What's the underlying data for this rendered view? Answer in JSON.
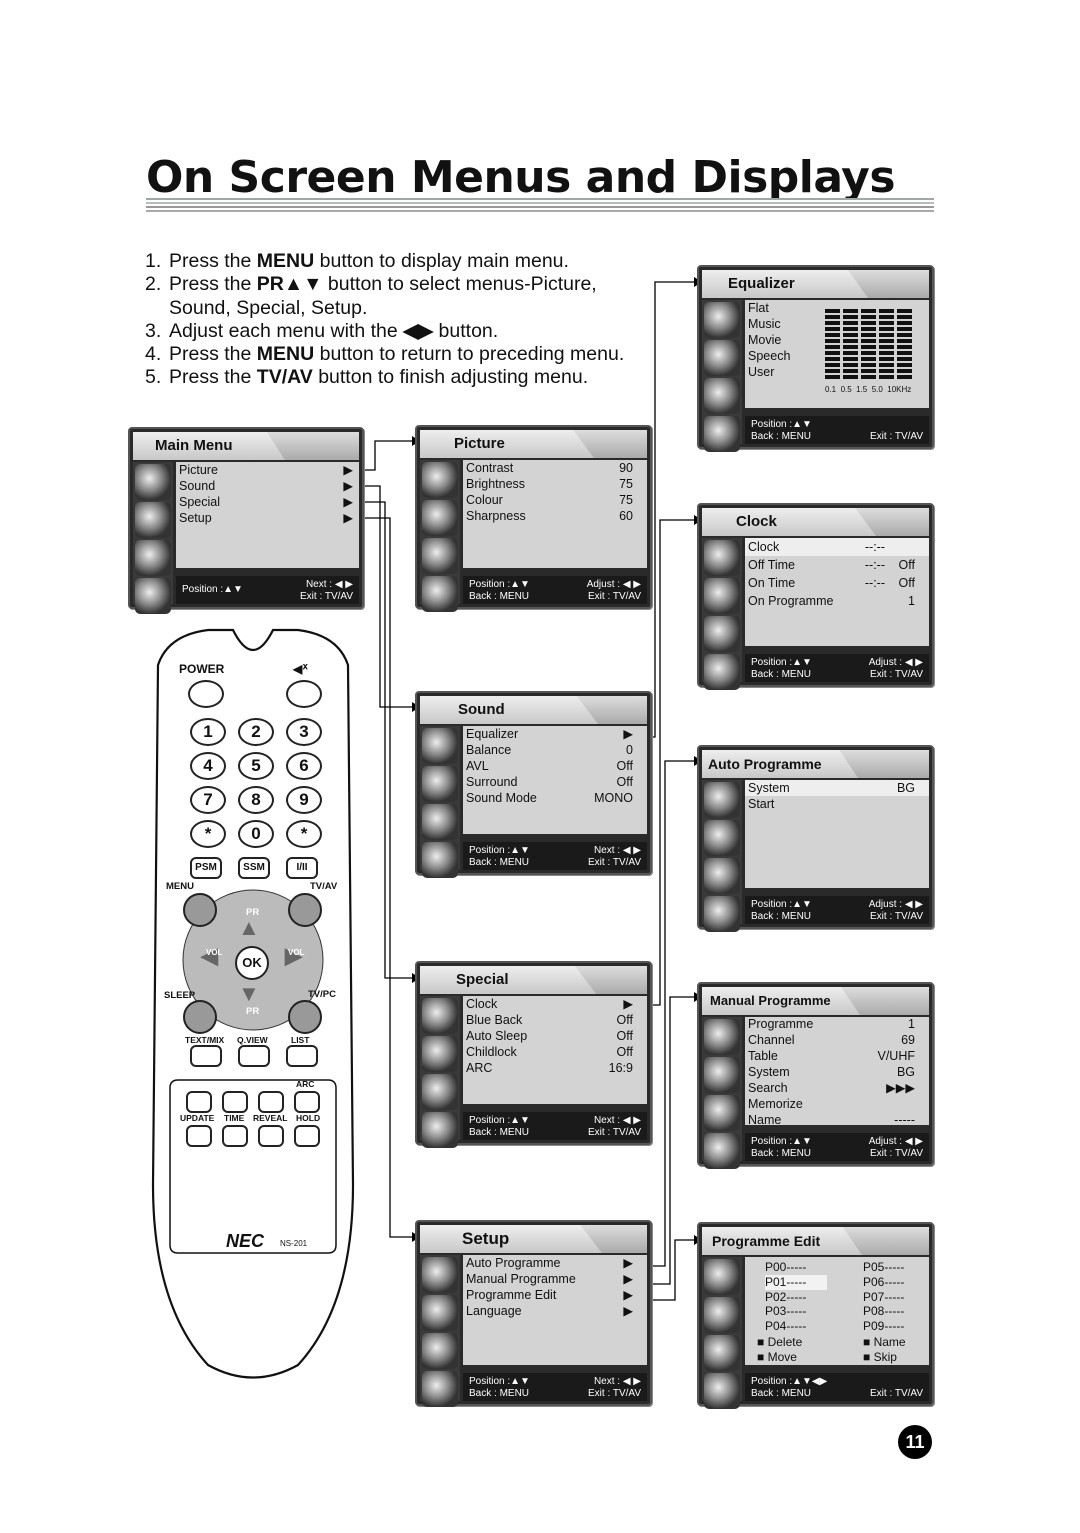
{
  "page": {
    "title": "On Screen Menus and Displays",
    "page_number": "11"
  },
  "steps": [
    {
      "n": "1.",
      "pre": "Press the ",
      "kw": "MENU",
      "post": " button to display main menu."
    },
    {
      "n": "2.",
      "pre": "Press the ",
      "kw": "PR▲▼",
      "post": " button to select menus-Picture, Sound, Special, Setup."
    },
    {
      "n": "3.",
      "pre": "Adjust each menu with the ",
      "kw": "◀▶",
      "post": " button."
    },
    {
      "n": "4.",
      "pre": "Press the ",
      "kw": "MENU",
      "post": " button to return to preceding menu."
    },
    {
      "n": "5.",
      "pre": "Press the ",
      "kw": "TV/AV",
      "post": " button to finish adjusting menu."
    }
  ],
  "menus": {
    "main": {
      "title": "Main Menu",
      "items": [
        "Picture",
        "Sound",
        "Special",
        "Setup"
      ],
      "foot_l": "Position :▲▼",
      "foot_r1": "Next : ◀ ▶",
      "foot_r2": "Exit : TV/AV"
    },
    "picture": {
      "title": "Picture",
      "items": [
        [
          "Contrast",
          "90"
        ],
        [
          "Brightness",
          "75"
        ],
        [
          "Colour",
          "75"
        ],
        [
          "Sharpness",
          "60"
        ]
      ],
      "foot_l1": "Position :▲▼",
      "foot_l2": "Back : MENU",
      "foot_r1": "Adjust : ◀ ▶",
      "foot_r2": "Exit : TV/AV"
    },
    "sound": {
      "title": "Sound",
      "items": [
        [
          "Equalizer",
          "▶"
        ],
        [
          "Balance",
          "0"
        ],
        [
          "AVL",
          "Off"
        ],
        [
          "Surround",
          "Off"
        ],
        [
          "Sound Mode",
          "MONO"
        ]
      ],
      "foot_l1": "Position :▲▼",
      "foot_l2": "Back : MENU",
      "foot_r1": "Next : ◀ ▶",
      "foot_r2": "Exit : TV/AV"
    },
    "special": {
      "title": "Special",
      "items": [
        [
          "Clock",
          "▶"
        ],
        [
          "Blue Back",
          "Off"
        ],
        [
          "Auto Sleep",
          "Off"
        ],
        [
          "Childlock",
          "Off"
        ],
        [
          "ARC",
          "16:9"
        ]
      ],
      "foot_l1": "Position :▲▼",
      "foot_l2": "Back : MENU",
      "foot_r1": "Next : ◀ ▶",
      "foot_r2": "Exit : TV/AV"
    },
    "setup": {
      "title": "Setup",
      "items": [
        [
          "Auto Programme",
          "▶"
        ],
        [
          "Manual Programme",
          "▶"
        ],
        [
          "Programme Edit",
          "▶"
        ],
        [
          "Language",
          "▶"
        ]
      ],
      "foot_l1": "Position :▲▼",
      "foot_l2": "Back : MENU",
      "foot_r1": "Next : ◀ ▶",
      "foot_r2": "Exit : TV/AV"
    },
    "equalizer": {
      "title": "Equalizer",
      "items": [
        "Flat",
        "Music",
        "Movie",
        "Speech",
        "User"
      ],
      "freqs": "0.1  0.5  1.5  5.0  10KHz",
      "foot_l1": "Position :▲▼",
      "foot_l2": "Back : MENU",
      "foot_r2": "Exit : TV/AV"
    },
    "clock": {
      "title": "Clock",
      "items": [
        [
          "Clock",
          "--:--",
          ""
        ],
        [
          "Off Time",
          "--:--",
          "Off"
        ],
        [
          "On Time",
          "--:--",
          "Off"
        ],
        [
          "On Programme",
          "",
          "1"
        ]
      ],
      "foot_l1": "Position :▲▼",
      "foot_l2": "Back : MENU",
      "foot_r1": "Adjust : ◀ ▶",
      "foot_r2": "Exit : TV/AV"
    },
    "auto": {
      "title": "Auto Programme",
      "items": [
        [
          "System",
          "BG"
        ],
        [
          "Start",
          ""
        ]
      ],
      "foot_l1": "Position :▲▼",
      "foot_l2": "Back : MENU",
      "foot_r1": "Adjust : ◀ ▶",
      "foot_r2": "Exit : TV/AV"
    },
    "manual": {
      "title": "Manual Programme",
      "items": [
        [
          "Programme",
          "1"
        ],
        [
          "Channel",
          "69"
        ],
        [
          "Table",
          "V/UHF"
        ],
        [
          "System",
          "BG"
        ],
        [
          "Search",
          "▶▶▶"
        ],
        [
          "Memorize",
          ""
        ],
        [
          "Name",
          "-----"
        ]
      ],
      "foot_l1": "Position :▲▼",
      "foot_l2": "Back : MENU",
      "foot_r1": "Adjust : ◀ ▶",
      "foot_r2": "Exit : TV/AV"
    },
    "edit": {
      "title": "Programme Edit",
      "left": [
        "P00-----",
        "P01-----",
        "P02-----",
        "P03-----",
        "P04-----"
      ],
      "right": [
        "P05-----",
        "P06-----",
        "P07-----",
        "P08-----",
        "P09-----"
      ],
      "act_l": [
        "■ Delete",
        "■ Move"
      ],
      "act_r": [
        "■ Name",
        "■ Skip"
      ],
      "foot_l1": "Position :▲▼◀▶",
      "foot_l2": "Back : MENU",
      "foot_r2": "Exit : TV/AV"
    }
  },
  "remote": {
    "power": "POWER",
    "digits": [
      "1",
      "2",
      "3",
      "4",
      "5",
      "6",
      "7",
      "8",
      "9",
      "*",
      "0",
      "*"
    ],
    "psm": "PSM",
    "ssm": "SSM",
    "iii": "I/II",
    "menu": "MENU",
    "tvav": "TV/AV",
    "pr": "PR",
    "vol": "VOL",
    "ok": "OK",
    "sleep": "SLEEP",
    "tvpc": "TV/PC",
    "textmix": "TEXT/MIX",
    "qview": "Q.VIEW",
    "list": "LIST",
    "arc": "ARC",
    "update": "UPDATE",
    "time": "TIME",
    "reveal": "REVEAL",
    "hold": "HOLD",
    "brand": "NEC",
    "model": "NS-201"
  }
}
